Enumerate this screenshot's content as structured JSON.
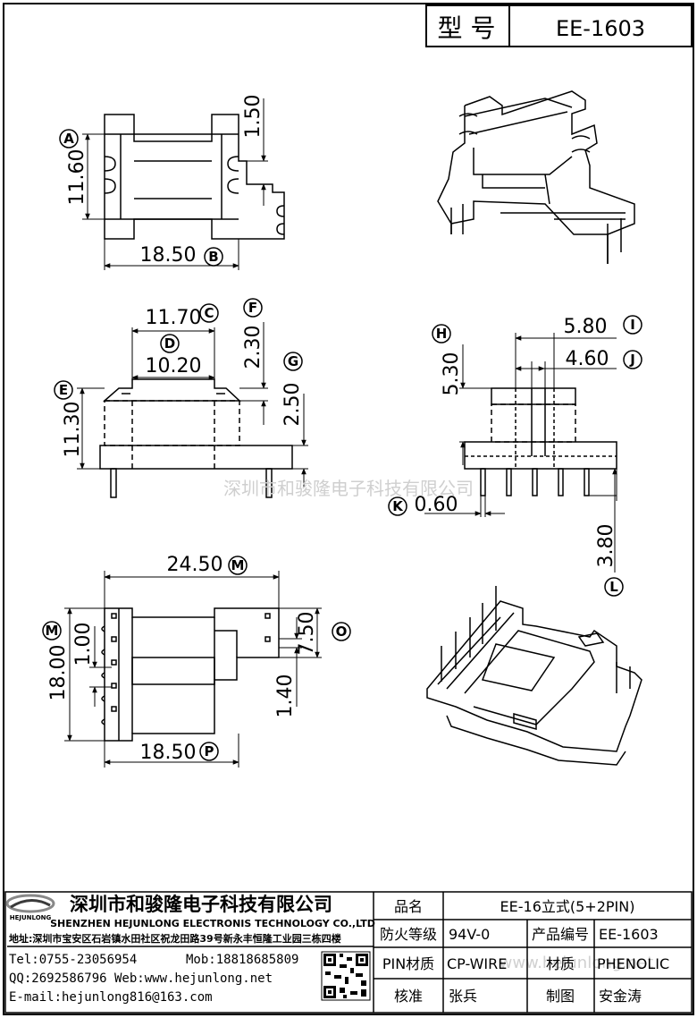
{
  "header": {
    "model_label": "型 号",
    "model_value": "EE-1603"
  },
  "watermark": "深圳市和骏隆电子科技有限公司",
  "watermark_url": "www.hejunlong.net",
  "dimensions": {
    "A": "11.60",
    "gap_top": "1.50",
    "B": "18.50",
    "C": "11.70",
    "D": "10.20",
    "F": "2.30",
    "G": "2.50",
    "E": "11.30",
    "H": "5.30",
    "I": "5.80",
    "J": "4.60",
    "K": "0.60",
    "L": "3.80",
    "M_w": "24.50",
    "M_h": "18.00",
    "pin_pitch": "1.00",
    "O": "7.50",
    "O_gap": "1.40",
    "P": "18.50"
  },
  "callouts": [
    "A",
    "B",
    "C",
    "D",
    "E",
    "F",
    "G",
    "H",
    "I",
    "J",
    "K",
    "L",
    "M",
    "M",
    "O",
    "P"
  ],
  "company": {
    "logo_text": "HEJUNLONG",
    "name_cn": "深圳市和骏隆电子科技有限公司",
    "name_en": "SHENZHEN HEJUNLONG ELECTRONIS TECHNOLOGY CO.,LTD",
    "address": "地址:深圳市宝安区石岩镇水田社区祝龙田路39号新永丰恒隆工业园三栋四楼",
    "tel": "Tel:0755-23056954",
    "mob": "Mob:18818685809",
    "qq_web": "QQ:2692586796 Web:www.hejunlong.net",
    "email": "E-mail:hejunlong816@163.com"
  },
  "spec_table": {
    "product_name_label": "品名",
    "product_name": "EE-16立式(5+2PIN)",
    "fire_label": "防火等级",
    "fire": "94V-0",
    "code_label": "产品编号",
    "code": "EE-1603",
    "pin_label": "PIN材质",
    "pin": "CP-WIRE",
    "material_label": "材质",
    "material": "PHENOLIC",
    "check_label": "核准",
    "check": "张兵",
    "draw_label": "制图",
    "draw": "安金涛"
  }
}
